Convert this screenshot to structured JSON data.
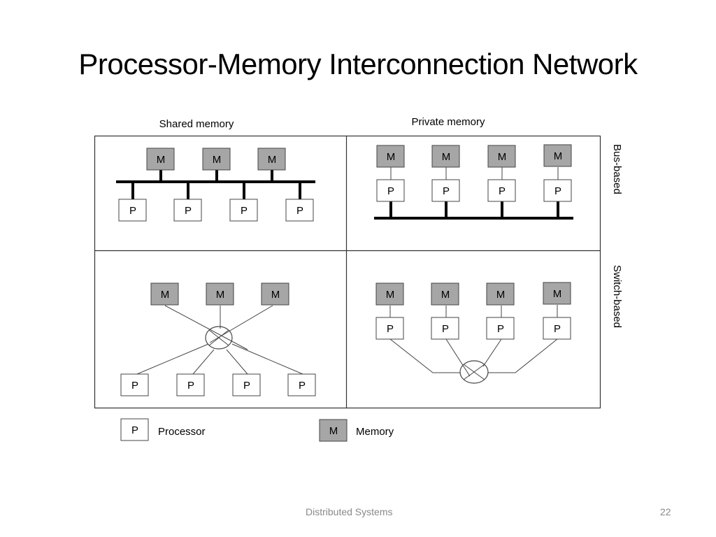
{
  "slide": {
    "title": "Processor-Memory Interconnection Network",
    "footer_text": "Distributed Systems",
    "page_number": "22"
  },
  "diagram": {
    "column_headers": [
      "Shared memory",
      "Private memory"
    ],
    "row_labels": [
      "Bus-based",
      "Switch-based"
    ],
    "node_labels": {
      "memory": "M",
      "processor": "P"
    },
    "colors": {
      "memory_fill": "#a6a6a6",
      "processor_fill": "#ffffff",
      "line": "#000000"
    },
    "quadrants": [
      {
        "id": "shared-bus",
        "memory_count": 3,
        "processor_count": 4,
        "interconnect": "bus"
      },
      {
        "id": "private-bus",
        "memory_count": 4,
        "processor_count": 4,
        "interconnect": "bus"
      },
      {
        "id": "shared-switch",
        "memory_count": 3,
        "processor_count": 4,
        "interconnect": "switch"
      },
      {
        "id": "private-switch",
        "memory_count": 4,
        "processor_count": 4,
        "interconnect": "switch"
      }
    ],
    "legend": [
      {
        "symbol": "P",
        "label": "Processor"
      },
      {
        "symbol": "M",
        "label": "Memory"
      }
    ]
  }
}
